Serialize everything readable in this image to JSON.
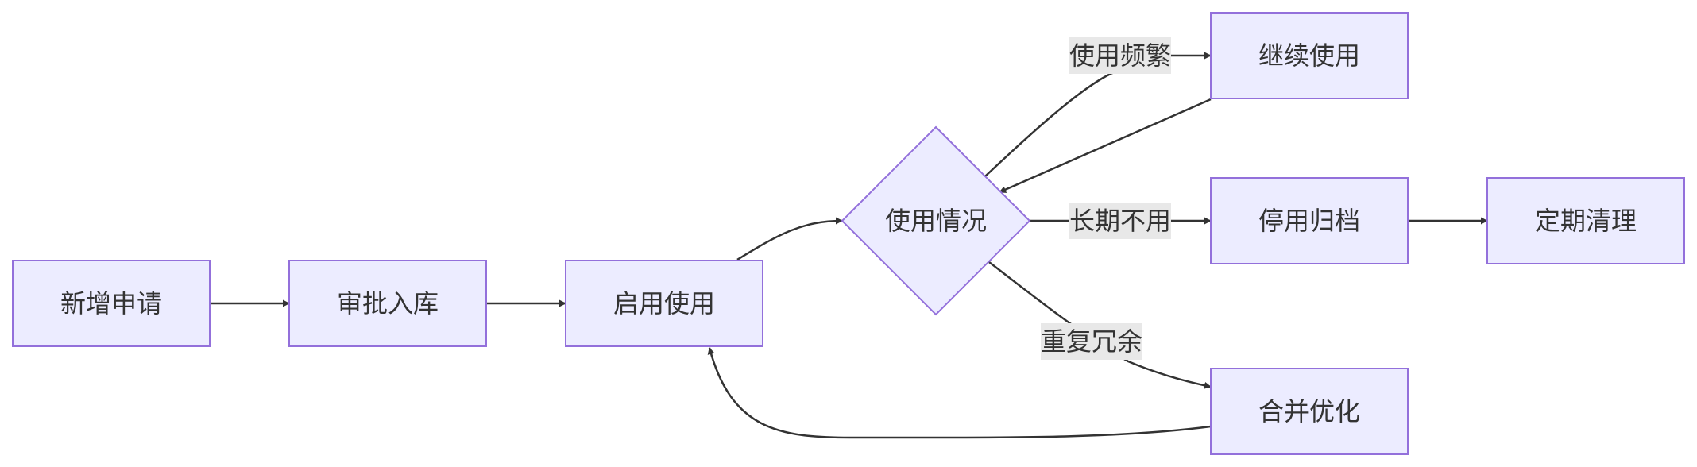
{
  "nodes": {
    "new_request": "新增申请",
    "approve_store": "审批入库",
    "enable_use": "启用使用",
    "usage_status": "使用情况",
    "continue_use": "继续使用",
    "disable_archive": "停用归档",
    "regular_cleanup": "定期清理",
    "merge_optimize": "合并优化"
  },
  "edges": {
    "frequent_use": "使用频繁",
    "long_unused": "长期不用",
    "duplicate_redundant": "重复冗余"
  },
  "colors": {
    "node_fill": "#ECECFF",
    "node_stroke": "#9370DB",
    "edge": "#333333",
    "edge_label_bg": "#e8e8e8"
  }
}
